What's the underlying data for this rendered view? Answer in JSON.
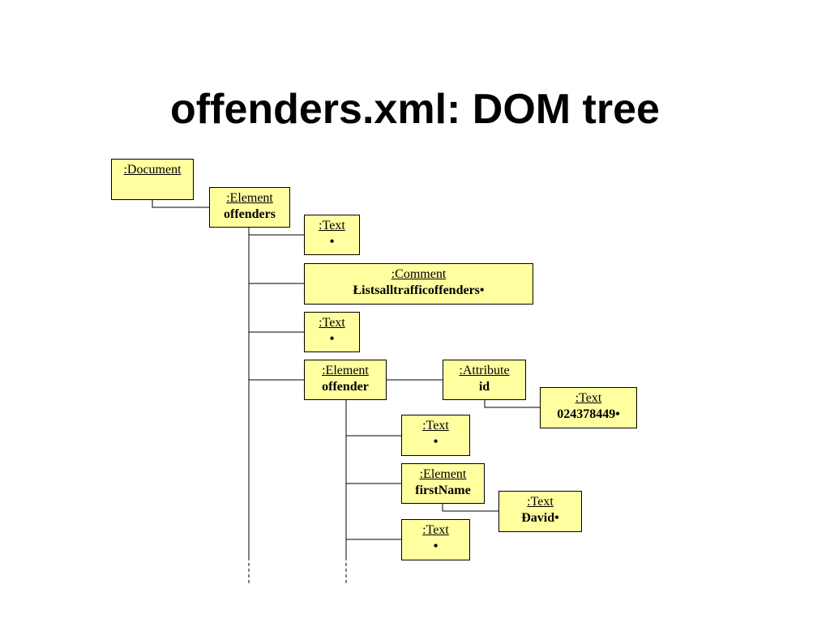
{
  "title": "offenders.xml: DOM tree",
  "nodes": {
    "document": {
      "type": ":Document"
    },
    "offenders": {
      "type": ":Element",
      "value": "offenders"
    },
    "text1": {
      "type": ":Text",
      "value": "•"
    },
    "comment": {
      "type": ":Comment",
      "value": "Łistsalltrafficoffenders•"
    },
    "text2": {
      "type": ":Text",
      "value": "•"
    },
    "offender": {
      "type": ":Element",
      "value": "offender"
    },
    "attribute": {
      "type": ":Attribute",
      "value": "id"
    },
    "attr_text": {
      "type": ":Text",
      "value": "024378449•"
    },
    "text3": {
      "type": ":Text",
      "value": "•"
    },
    "firstname": {
      "type": ":Element",
      "value": "firstName"
    },
    "david_text": {
      "type": ":Text",
      "value": "Đavid•"
    },
    "text4": {
      "type": ":Text",
      "value": "•"
    }
  },
  "colors": {
    "node_fill": "#ffffa0",
    "line": "#000000"
  }
}
